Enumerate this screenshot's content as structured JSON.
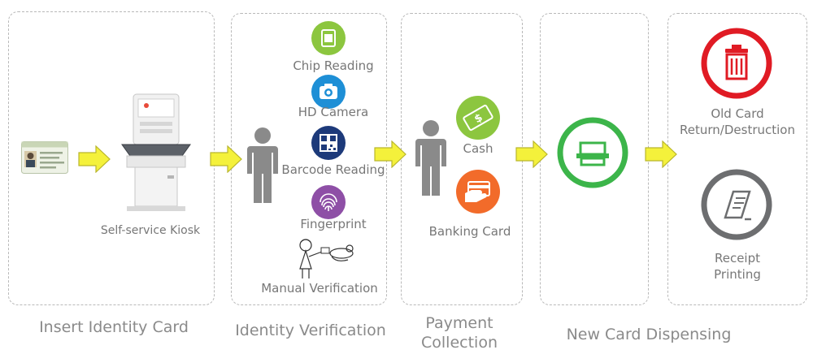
{
  "stages": [
    {
      "title": "Insert Identity Card",
      "items": [
        "Self-service Kiosk"
      ]
    },
    {
      "title": "Identity Verification",
      "items": [
        "Chip Reading",
        "HD Camera",
        "Barcode Reading",
        "Fingerprint",
        "Manual Verification"
      ]
    },
    {
      "title_line1": "Payment",
      "title_line2": "Collection",
      "items": [
        "Cash",
        "Banking Card"
      ]
    },
    {
      "title": "New Card Dispensing",
      "items": []
    },
    {
      "title": "",
      "items_multiline": [
        [
          "Old Card",
          "Return/Destruction"
        ],
        [
          "Receipt",
          "Printing"
        ]
      ]
    }
  ],
  "icons": {
    "chip": "chip-icon",
    "camera": "camera-icon",
    "barcode": "qr-code-icon",
    "fingerprint": "fingerprint-icon",
    "cash": "cash-icon",
    "card": "card-payment-icon",
    "printer": "card-printer-icon",
    "trash": "trash-icon",
    "receipt": "receipt-icon"
  },
  "colors": {
    "arrow_fill": "#f4f13b",
    "arrow_stroke": "#b9b62c",
    "green": "#8cc63f",
    "blue": "#1e8fd6",
    "navy": "#1d3a7a",
    "purple": "#8e4fa6",
    "orange": "#f26b2a",
    "dispense_green": "#3cb54a",
    "red": "#e01b24",
    "gray": "#6d6e70",
    "person": "#8a8a8a"
  }
}
